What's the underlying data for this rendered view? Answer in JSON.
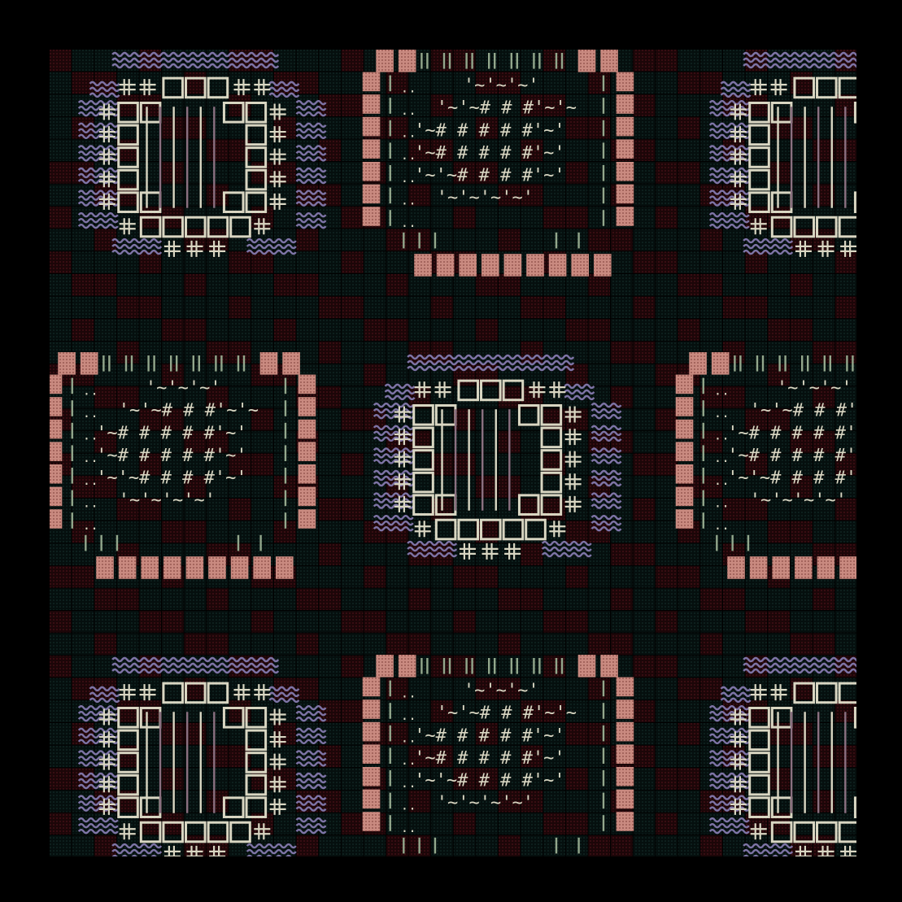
{
  "artwork": {
    "background": "#000000",
    "palette": {
      "pink": "#c98a80",
      "lavender": "#7e74a6",
      "cream": "#d9d6c2",
      "sage": "#93a78c",
      "mauve": "#8a7080",
      "dark_red": "#2a0a0e",
      "dark_teal": "#0d2220",
      "dot_pink": "#7a4545"
    },
    "glyphs": {
      "hash": "#",
      "tilde": "~",
      "quote": "'",
      "dots": "..",
      "wave_icon": "wave-icon",
      "cross_icon": "double-cross-icon"
    },
    "center_motif": {
      "type": "box-lattice",
      "top_boxes": 3,
      "bottom_boxes": 5,
      "bottom_crosses": 3
    },
    "edge_motif": {
      "type": "hash-text",
      "rows": [
        "'~'~'~'",
        "'~'~# # #'~'~",
        "'~# # # # #'~'",
        "'~# # # # #'~'",
        "'~'~# # # #'~'",
        "'~'~'~'~'"
      ]
    }
  }
}
